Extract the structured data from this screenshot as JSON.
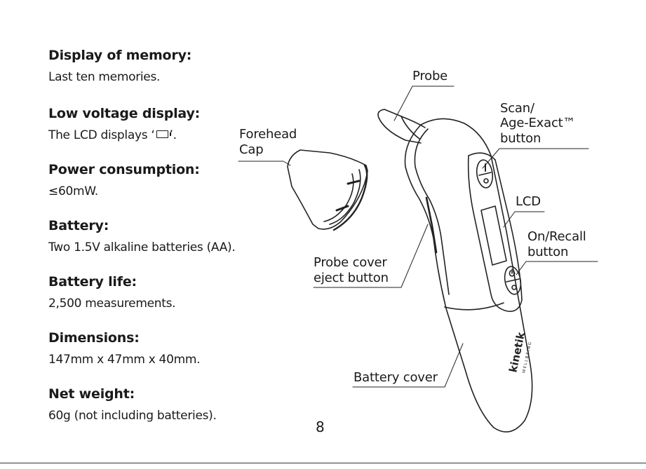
{
  "specs": [
    {
      "heading": "Display of memory:",
      "text": "Last ten memories."
    },
    {
      "heading": "Low voltage display:",
      "text_before": "The LCD displays ‘",
      "text_after": "’."
    },
    {
      "heading": "Power consumption:",
      "text": "≤60mW."
    },
    {
      "heading": "Battery:",
      "text": "Two 1.5V alkaline batteries (AA)."
    },
    {
      "heading": "Battery life:",
      "text": "2,500 measurements."
    },
    {
      "heading": "Dimensions:",
      "text": "147mm x 47mm x 40mm."
    },
    {
      "heading": "Net weight:",
      "text": "60g (not including batteries)."
    }
  ],
  "labels": {
    "probe": "Probe",
    "forehead_cap_line1": "Forehead",
    "forehead_cap_line2": "Cap",
    "scan_line1": "Scan/",
    "scan_line2": "Age-Exact™",
    "scan_line3": "button",
    "lcd": "LCD",
    "on_recall_line1": "On/Recall",
    "on_recall_line2": "button",
    "probe_cover_line1": "Probe cover",
    "probe_cover_line2": "eject button",
    "battery_cover": "Battery cover"
  },
  "brand": {
    "name": "kinetik",
    "sub": "WELLBEING"
  },
  "page_number": "8"
}
